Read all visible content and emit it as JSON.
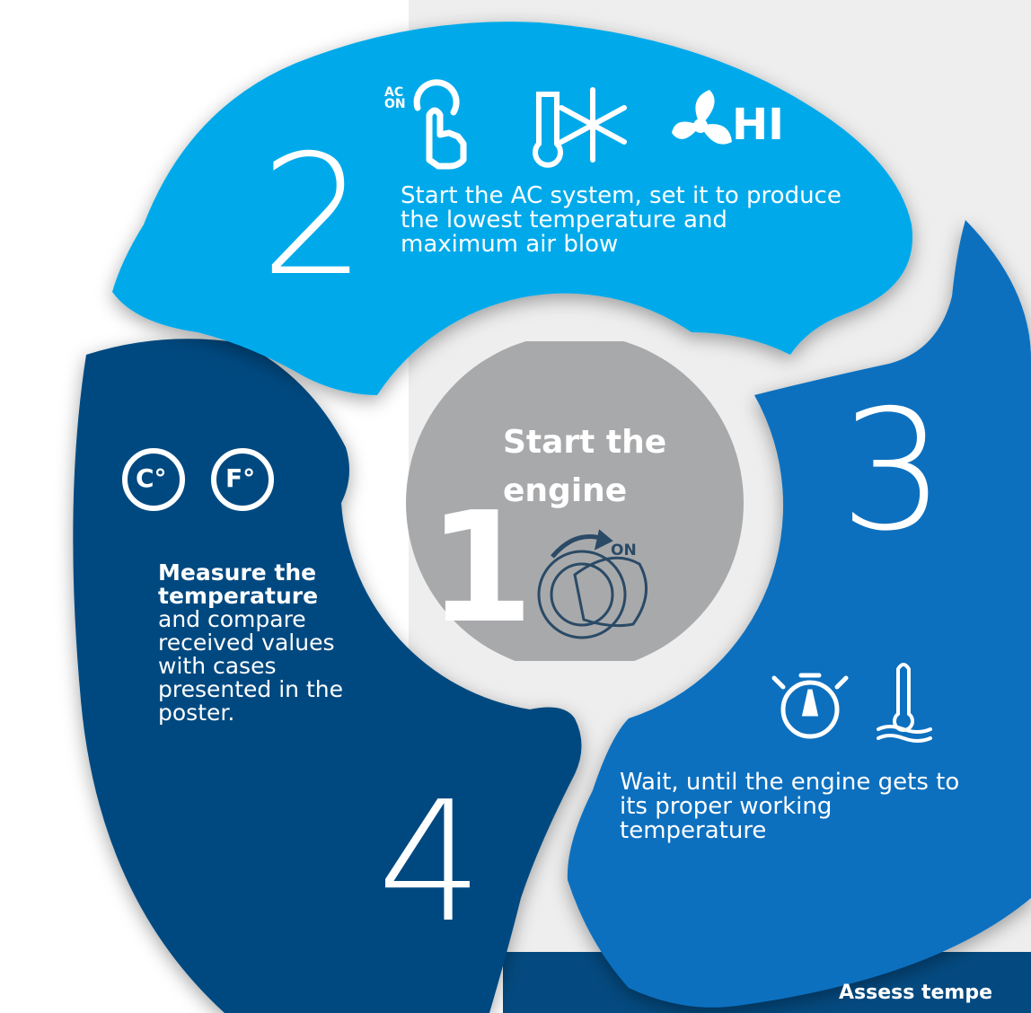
{
  "colors": {
    "step2": "#02aaea",
    "step3": "#0870bf",
    "step4": "#044a80",
    "step1_circle": "#a8a9ab",
    "panel_bg": "#eeeeee"
  },
  "step1": {
    "title": "Start the engine",
    "number": "1",
    "icon_label": "ON",
    "icon": "ignition-key-icon"
  },
  "step2": {
    "number": "2",
    "description": "Start the AC system, set it to produce the lowest temperature and maximum air blow",
    "ac_label": "AC ON",
    "fan_label": "HI",
    "icons": [
      "ac-on-touch-icon",
      "thermometer-snowflake-icon",
      "fan-hi-icon"
    ]
  },
  "step3": {
    "number": "3",
    "description": "Wait, until the engine gets to its proper working temperature",
    "icons": [
      "stopwatch-icon",
      "thermometer-heat-icon"
    ]
  },
  "step4": {
    "number": "4",
    "description_bold": "Measure the temperature",
    "description": "and compare received values with cases presented in the poster.",
    "unit_celsius": "C°",
    "unit_fahrenheit": "F°",
    "icons": [
      "celsius-icon",
      "fahrenheit-icon"
    ]
  },
  "footer": {
    "text": "Assess tempe"
  }
}
